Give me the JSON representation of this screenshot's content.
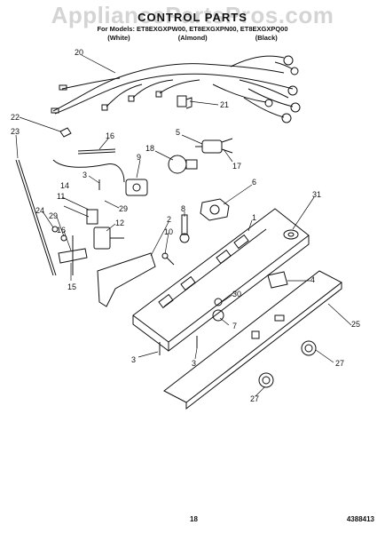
{
  "header": {
    "title": "CONTROL PARTS",
    "models": "For Models: ET8EXGXPW00, ET8EXGXPN00, ET8EXGXPQ00",
    "colors": [
      "(White)",
      "(Almond)",
      "(Black)"
    ]
  },
  "watermark": "AppliancePartsPros.com",
  "callouts": [
    "20",
    "21",
    "22",
    "23",
    "16",
    "5",
    "18",
    "17",
    "9",
    "3",
    "6",
    "14",
    "29",
    "11",
    "1",
    "12",
    "8",
    "31",
    "2",
    "10",
    "24",
    "29",
    "16",
    "15",
    "4",
    "30",
    "7",
    "25",
    "3",
    "3",
    "27",
    "27"
  ],
  "footer": {
    "page": "18",
    "doc_number": "4388413"
  }
}
